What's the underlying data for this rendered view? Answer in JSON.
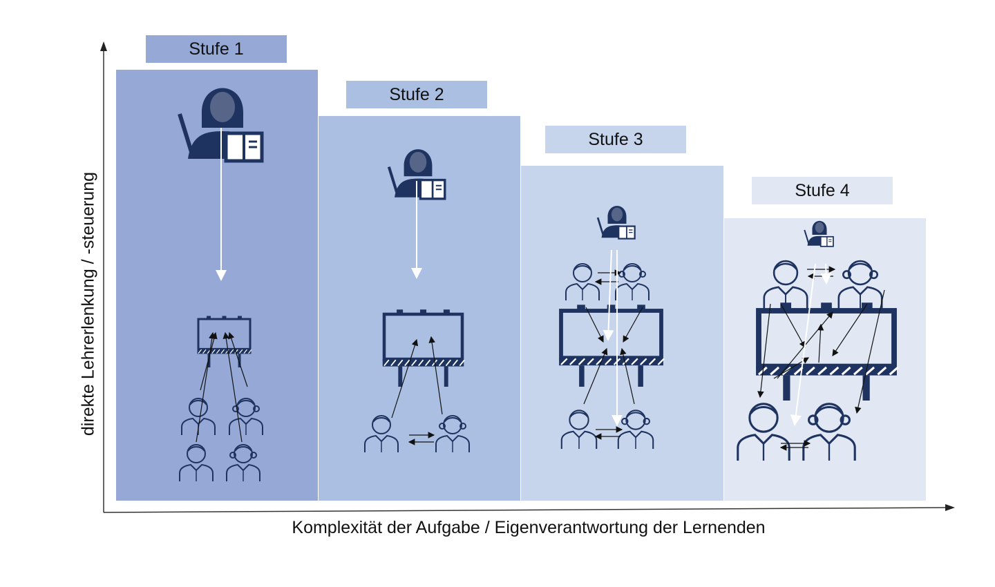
{
  "stages": [
    {
      "label": "Stufe 1",
      "color": "#95a8d6"
    },
    {
      "label": "Stufe 2",
      "color": "#aabfe2"
    },
    {
      "label": "Stufe 3",
      "color": "#c7d5ec"
    },
    {
      "label": "Stufe 4",
      "color": "#e1e8f4"
    }
  ],
  "axes": {
    "x_label": "Komplexität der Aufgabe / Eigenverantwortung der Lernenden",
    "y_label": "direkte Lehrerlenkung / -steuerung"
  },
  "colors": {
    "icon": "#1f3360",
    "axis": "#222222"
  }
}
